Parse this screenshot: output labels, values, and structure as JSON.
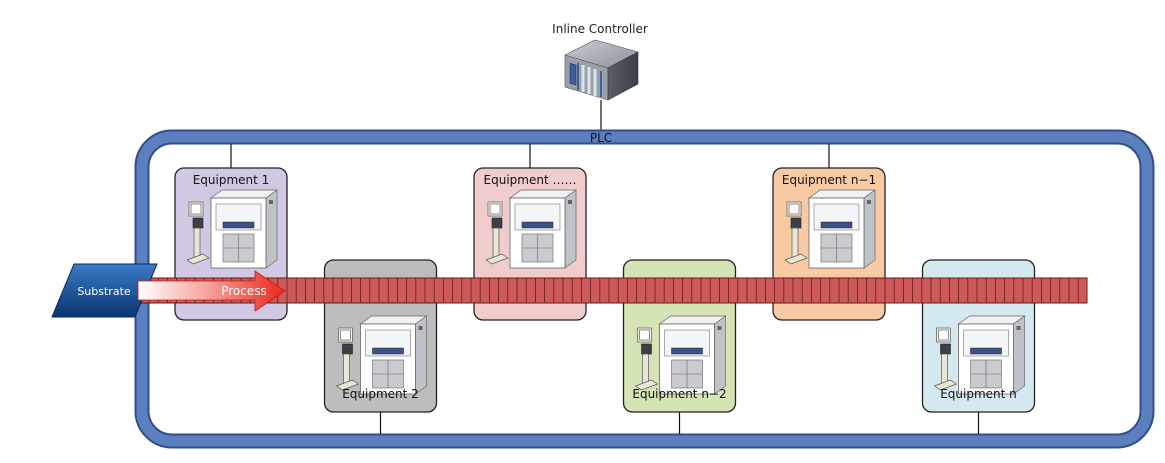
{
  "controller": {
    "label": "Inline Controller",
    "icon": "server-icon"
  },
  "plc": {
    "label": "PLC",
    "ring_color": "#5b7fbf",
    "ring_edge": "#2f4f8f"
  },
  "substrate": {
    "label": "Substrate",
    "fill": "#0d3e7a"
  },
  "process": {
    "label": "Process",
    "arrow_color": "#e8261b"
  },
  "conveyor": {
    "fill": "#cd5a5a",
    "stroke": "#6a1a1a"
  },
  "equipment": [
    {
      "label": "Equipment 1",
      "fill": "#d1c8e4",
      "row": "top"
    },
    {
      "label": "Equipment 2",
      "fill": "#bdbdbd",
      "row": "bottom"
    },
    {
      "label": "Equipment ……",
      "fill": "#f0cccc",
      "row": "top"
    },
    {
      "label": "Equipment n−2",
      "fill": "#d4e4b4",
      "row": "bottom"
    },
    {
      "label": "Equipment n−1",
      "fill": "#f7caa4",
      "row": "top"
    },
    {
      "label": "Equipment n",
      "fill": "#d4e9ef",
      "row": "bottom"
    }
  ]
}
